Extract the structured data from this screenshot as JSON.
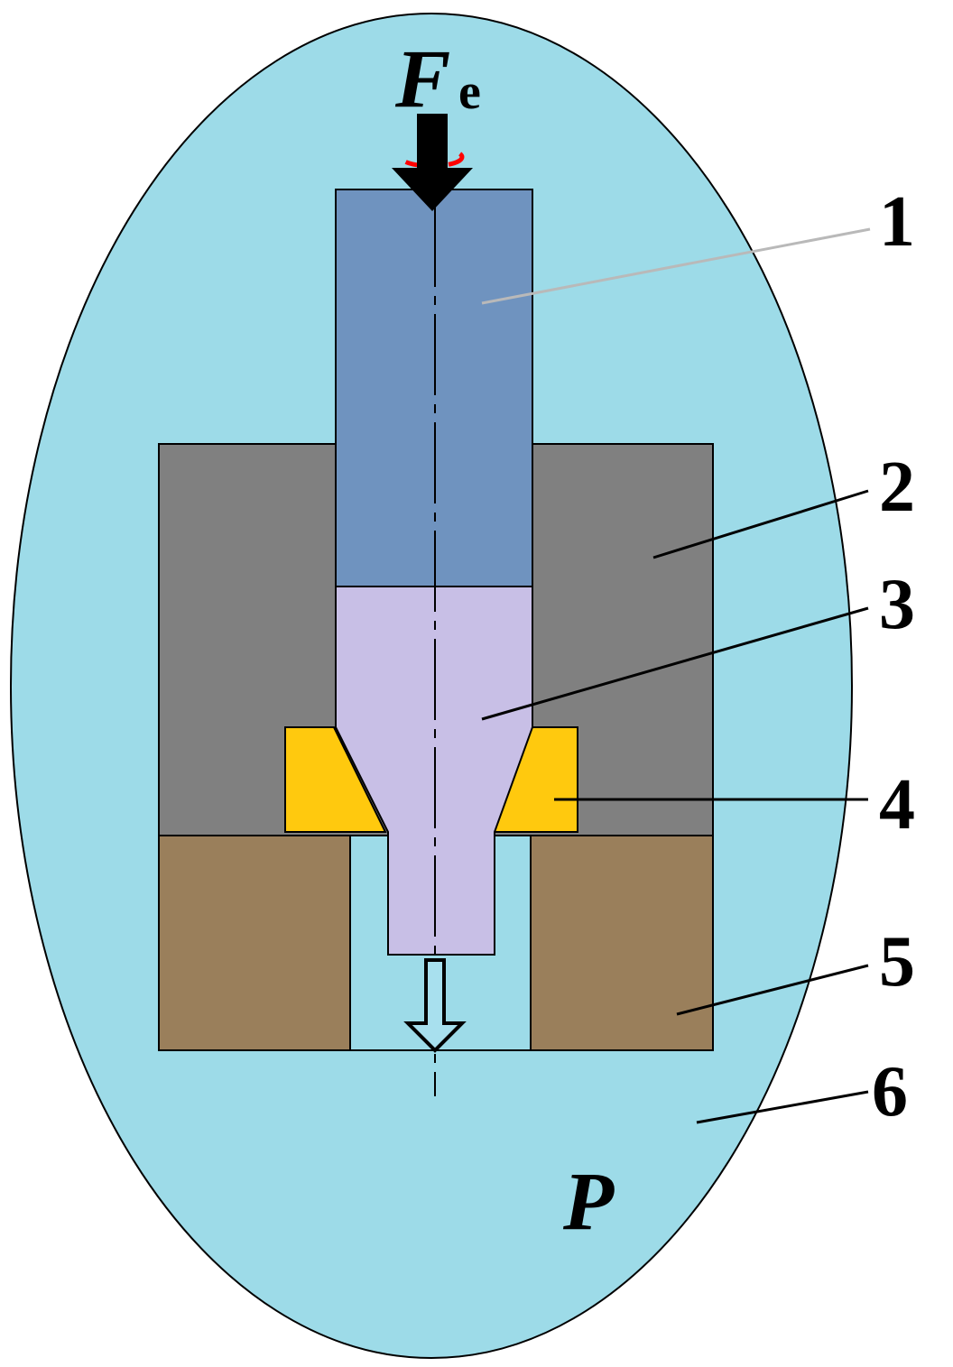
{
  "force": {
    "symbol": "F",
    "subscript": "e"
  },
  "pressure_symbol": "P",
  "parts": [
    {
      "id": "1",
      "label": "1"
    },
    {
      "id": "2",
      "label": "2"
    },
    {
      "id": "3",
      "label": "3"
    },
    {
      "id": "4",
      "label": "4"
    },
    {
      "id": "5",
      "label": "5"
    },
    {
      "id": "6",
      "label": "6"
    }
  ],
  "colors": {
    "pressure_medium": "#9ddbe8",
    "punch": "#6f93bf",
    "container": "#808080",
    "billet": "#c8bfe6",
    "die": "#ffc90e",
    "support": "#9a7f5b",
    "outline": "#000000"
  }
}
